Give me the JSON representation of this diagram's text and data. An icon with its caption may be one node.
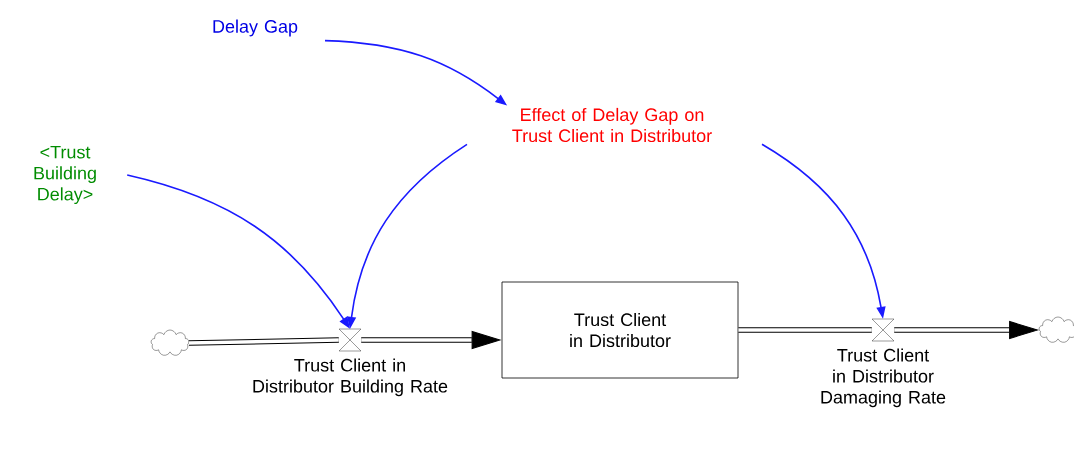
{
  "diagram": {
    "nodes": [
      {
        "text": [
          "Delay Gap"
        ]
      },
      {
        "text": [
          "Effect of Delay Gap on Trust Client in Distributor"
        ]
      },
      {
        "text": [
          "<Trust Building Delay>"
        ]
      },
      {
        "text": [
          "Trust Client in Distributor"
        ]
      },
      {
        "text": [],
        "shape": "cloud"
      },
      {
        "text": [
          "Trust Client in Distributor Building Rate"
        ]
      },
      {
        "text": [
          "Trust Client in Distributor Damaging Rate"
        ]
      },
      {
        "text": [],
        "shape": "cloud"
      }
    ],
    "edges": [
      {
        "from": 0,
        "to": 1,
        "arrow": "to",
        "color": "#1a1aff"
      },
      {
        "from": 2,
        "to": 5,
        "arrow": "to",
        "color": "#1a1aff"
      },
      {
        "from": 1,
        "to": 5,
        "arrow": "to",
        "color": "#1a1aff"
      },
      {
        "from": 1,
        "to": 6,
        "arrow": "to",
        "color": "#1a1aff"
      },
      {
        "from": 4,
        "to": 5,
        "arrow": "none",
        "style": "thick",
        "color": "#000000"
      },
      {
        "from": 5,
        "to": 3,
        "arrow": "to",
        "style": "thick",
        "color": "#000000"
      },
      {
        "from": 3,
        "to": 6,
        "arrow": "none",
        "style": "thick",
        "color": "#000000"
      },
      {
        "from": 6,
        "to": 7,
        "arrow": "to",
        "style": "thick",
        "color": "#000000"
      }
    ]
  }
}
